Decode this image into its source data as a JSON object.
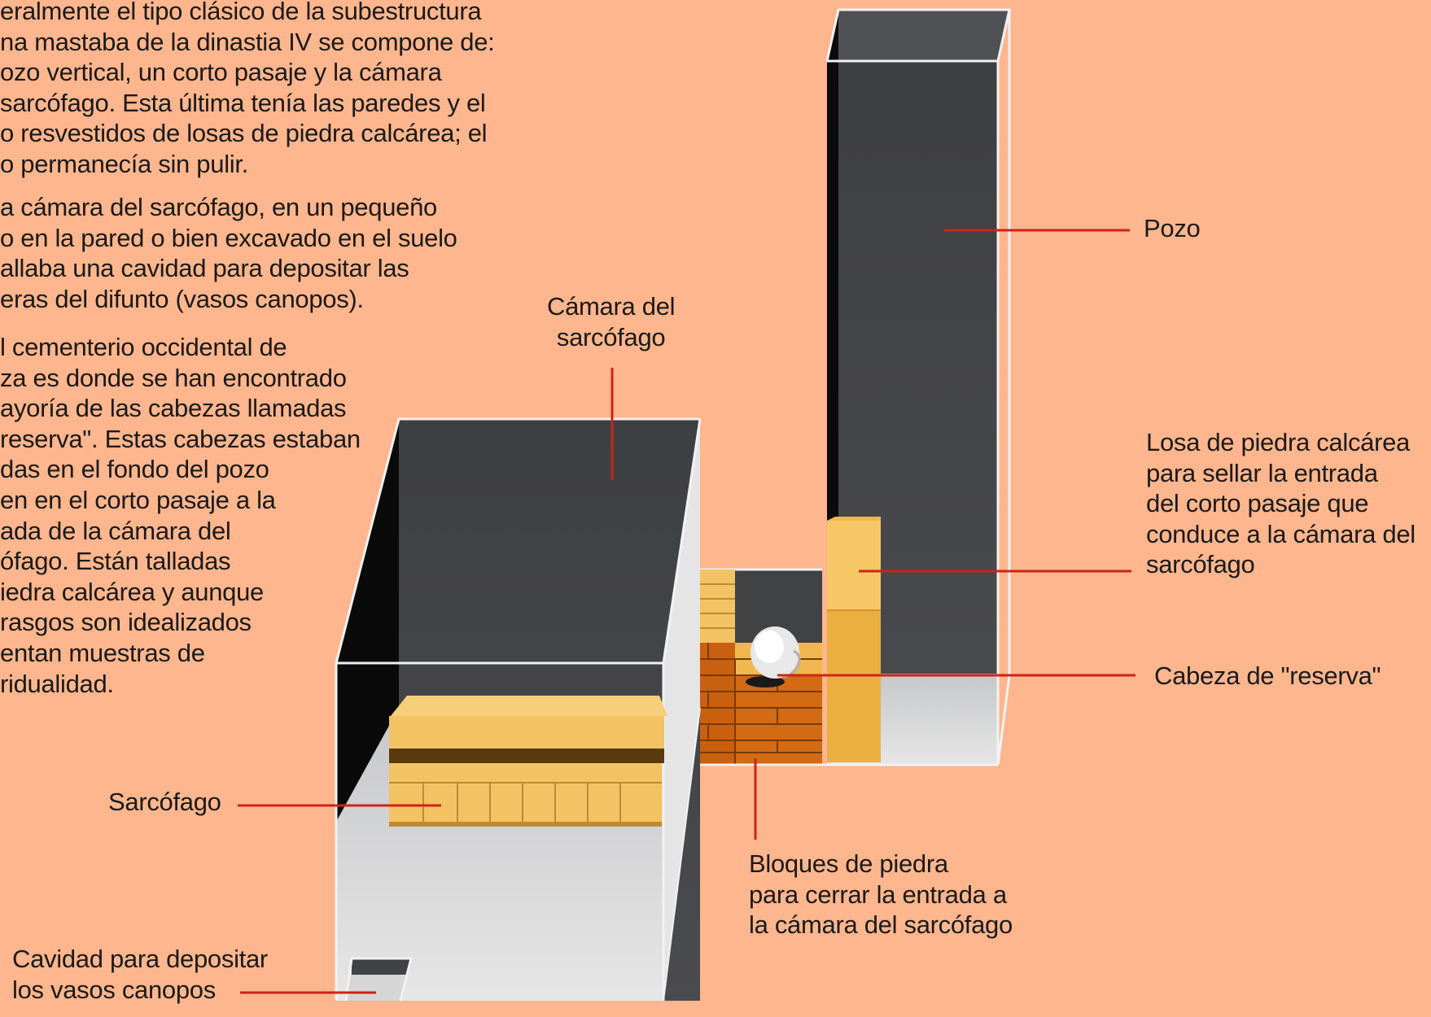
{
  "paragraphs": [
    [
      "eralmente el tipo clásico de la subestructura",
      "na mastaba de la dinastia IV se compone de:",
      "ozo vertical, un corto pasaje y la cámara",
      "sarcófago. Esta última tenía las paredes y el",
      "o resvestidos de losas de piedra calcárea; el",
      "o permanecía sin pulir."
    ],
    [
      "a cámara del sarcófago, en un pequeño",
      "o en la pared o bien excavado en el suelo",
      "allaba una cavidad para depositar las",
      "eras del difunto (vasos canopos)."
    ],
    [
      "l cementerio occidental de",
      "za es donde se han encontrado",
      "ayoría de las cabezas llamadas",
      "reserva\". Estas cabezas estaban",
      "das en el fondo del pozo",
      "en en el corto pasaje a la",
      "ada de la cámara del",
      "ófago. Están  talladas",
      "iedra calcárea y aunque",
      "rasgos son idealizados",
      "entan muestras de",
      "ridualidad."
    ]
  ],
  "labels": {
    "pozo": [
      "Pozo"
    ],
    "camara": [
      "Cámara del",
      "sarcófago"
    ],
    "losa": [
      "Losa de piedra calcárea",
      "para sellar la entrada",
      "del corto pasaje que",
      "conduce a la cámara del",
      "sarcófago"
    ],
    "cabeza": [
      "Cabeza de \"reserva\""
    ],
    "sarcofago": [
      "Sarcófago"
    ],
    "bloques": [
      "Bloques de piedra",
      "para cerrar la entrada a",
      "la cámara del sarcófago"
    ],
    "cavidad": [
      "Cavidad para depositar",
      "los vasos canopos"
    ]
  },
  "colors": {
    "background": "#FDB68D",
    "wall": "#414244",
    "floor": "#D7D7D7",
    "stone": "#F0B84F",
    "brick": "#C9600F",
    "leader": "#CC2418"
  }
}
